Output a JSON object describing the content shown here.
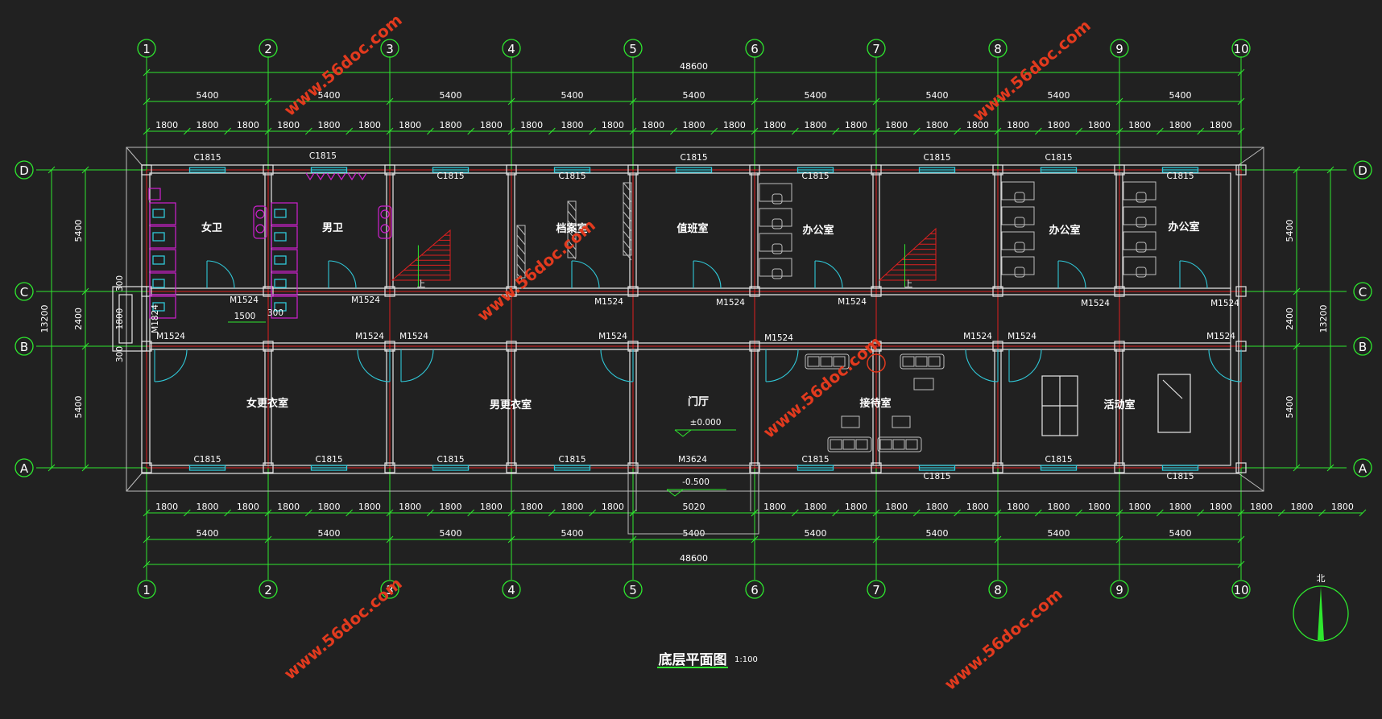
{
  "plan_title": "底层平面图",
  "plan_scale": "1:100",
  "north_label": "北",
  "watermark": "www.56doc.com",
  "axes_columns": [
    "1",
    "2",
    "3",
    "4",
    "5",
    "6",
    "7",
    "8",
    "9",
    "10"
  ],
  "axes_rows": [
    "D",
    "C",
    "B",
    "A"
  ],
  "dims_top": {
    "overall": "48600",
    "bays": [
      "5400",
      "5400",
      "5400",
      "5400",
      "5400",
      "5400",
      "5400",
      "5400",
      "5400"
    ],
    "segments": [
      "1800",
      "1800",
      "1800",
      "1800",
      "1800",
      "1800",
      "1800",
      "1800",
      "1800",
      "1800",
      "1800",
      "1800",
      "1800",
      "1800",
      "1800",
      "1800",
      "1800",
      "1800",
      "1800",
      "1800",
      "1800",
      "1800",
      "1800",
      "1800",
      "1800",
      "1800",
      "1800"
    ]
  },
  "dims_bottom": {
    "overall": "48600",
    "bays": [
      "5400",
      "5400",
      "5400",
      "5400",
      "5400",
      "5400",
      "5400",
      "5400",
      "5400"
    ],
    "segments_left": [
      "1800",
      "1800",
      "1800",
      "1800",
      "1800",
      "1800",
      "1800",
      "1800",
      "1800",
      "1800",
      "1800",
      "1800"
    ],
    "entrance": "5020",
    "segments_right": [
      "1800",
      "1800",
      "1800",
      "1800",
      "1800",
      "1800",
      "1800",
      "1800",
      "1800",
      "1800",
      "1800",
      "1800",
      "1800",
      "1800",
      "1800"
    ]
  },
  "dims_left": {
    "overall": "13200",
    "parts": [
      "5400",
      "2400",
      "5400"
    ],
    "stair": [
      "300",
      "1800",
      "300"
    ]
  },
  "dims_right": {
    "overall": "13200",
    "parts": [
      "5400",
      "2400",
      "5400"
    ]
  },
  "corridor_dims": {
    "width": "1500",
    "offset": "300"
  },
  "rooms": [
    {
      "name": "女卫"
    },
    {
      "name": "男卫"
    },
    {
      "name": "档案室"
    },
    {
      "name": "值班室"
    },
    {
      "name": "办公室"
    },
    {
      "name": "办公室"
    },
    {
      "name": "办公室"
    },
    {
      "name": "女更衣室"
    },
    {
      "name": "男更衣室"
    },
    {
      "name": "门厅"
    },
    {
      "name": "接待室"
    },
    {
      "name": "活动室"
    }
  ],
  "levels": {
    "hall": "±0.000",
    "outside": "-0.500"
  },
  "stair_label": "上",
  "windows_top": [
    "C1815",
    "C1815",
    "C1815",
    "C1815",
    "C1815",
    "C1815",
    "C1815",
    "C1815",
    "C1815",
    "C1815",
    "C1815",
    "C1815"
  ],
  "windows_bottom": [
    "C1815",
    "C1815",
    "C1815",
    "C1815",
    "C1815",
    "C1815",
    "C1815",
    "C1815",
    "C1815"
  ],
  "doors_c": [
    "M1524",
    "M1524",
    "M1524",
    "M1524",
    "M1524",
    "M1524",
    "M1524"
  ],
  "doors_b": [
    "M1524",
    "M1524",
    "M1524",
    "M1524",
    "M1524",
    "M1524",
    "M1524",
    "M1524",
    "M1524"
  ],
  "door_side": "M1824",
  "main_door": "M3624"
}
